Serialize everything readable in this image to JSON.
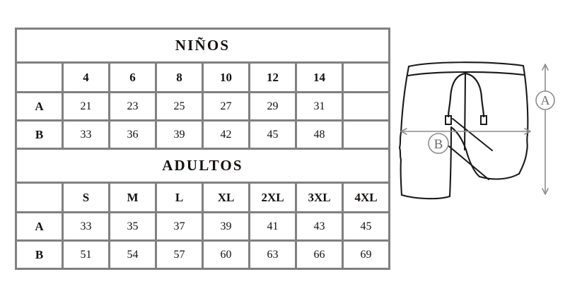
{
  "tables": [
    {
      "title": "NIÑOS",
      "columns": 8,
      "header": {
        "corner": "",
        "sizes": [
          "4",
          "6",
          "8",
          "10",
          "12",
          "14"
        ],
        "trailing_empty": 1
      },
      "rows": [
        {
          "label": "A",
          "values": [
            "21",
            "23",
            "25",
            "27",
            "29",
            "31"
          ],
          "trailing_empty": 1
        },
        {
          "label": "B",
          "values": [
            "33",
            "36",
            "39",
            "42",
            "45",
            "48"
          ],
          "trailing_empty": 1
        }
      ]
    },
    {
      "title": "ADULTOS",
      "columns": 8,
      "header": {
        "corner": "",
        "sizes": [
          "S",
          "M",
          "L",
          "XL",
          "2XL",
          "3XL",
          "4XL"
        ],
        "trailing_empty": 0
      },
      "rows": [
        {
          "label": "A",
          "values": [
            "33",
            "35",
            "37",
            "39",
            "41",
            "43",
            "45"
          ],
          "trailing_empty": 0
        },
        {
          "label": "B",
          "values": [
            "51",
            "54",
            "57",
            "60",
            "63",
            "66",
            "69"
          ],
          "trailing_empty": 0
        }
      ]
    }
  ],
  "diagram": {
    "garment": "shorts",
    "measurements": [
      {
        "id": "A",
        "label": "A",
        "orientation": "vertical",
        "meaning": "length"
      },
      {
        "id": "B",
        "label": "B",
        "orientation": "horizontal",
        "meaning": "width"
      }
    ]
  },
  "colors": {
    "border": "#808080",
    "text": "#14110f",
    "background": "#ffffff",
    "outline": "#1a1a1a",
    "arrow": "#8c8c8c"
  }
}
